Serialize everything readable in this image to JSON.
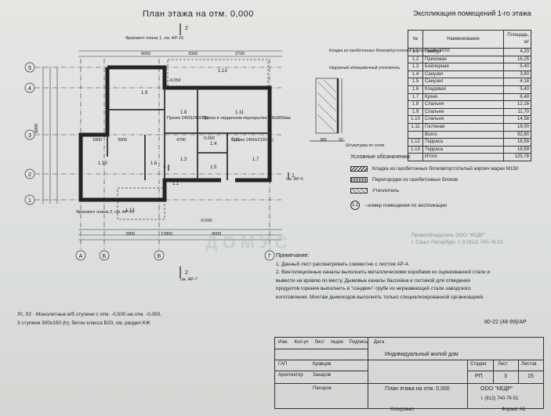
{
  "title": "План этажа на отм. 0,000",
  "explication": {
    "title": "Экспликация помещений 1-го этажа",
    "header": [
      "№",
      "Наименование",
      "Площадь, м²"
    ],
    "rows": [
      [
        "1.1",
        "Тамбур",
        "4,20"
      ],
      [
        "1.2",
        "Прихожая",
        "16,25"
      ],
      [
        "1.3",
        "Бойлерная",
        "5,40"
      ],
      [
        "1.4",
        "Санузел",
        "3,60"
      ],
      [
        "1.5",
        "Санузел",
        "4,18"
      ],
      [
        "1.6",
        "Кладовая",
        "5,40"
      ],
      [
        "1.7",
        "Кухня",
        "6,48"
      ],
      [
        "1.8",
        "Спальня",
        "12,16"
      ],
      [
        "1.9",
        "Спальня",
        "11,70"
      ],
      [
        "1.10",
        "Спальня",
        "14,58"
      ],
      [
        "1.11",
        "Гостиная",
        "18,00"
      ],
      [
        "",
        "Всего",
        "92,60"
      ],
      [
        "1.12",
        "Терраса",
        "16,59"
      ],
      [
        "1.13",
        "Терраса",
        "16,59"
      ],
      [
        "",
        "Итого",
        "125,78"
      ]
    ]
  },
  "legend": {
    "title": "Условные обозначения:",
    "items": [
      "Кладка из газобетонных блоков/пустотелый кирпич марки М150",
      "Перегородки из газобетонных блоков",
      "Утеплитель",
      "- номер помещения по экспликации"
    ],
    "marker": "1.1"
  },
  "detail_labels": {
    "wall": "Кладка из газобетонных блоков/пустотелый кирпич марки М150",
    "finish": "Наружный облицовочный утеплитель",
    "caption": "Штукатурка по сетке",
    "dim1": "380",
    "dim2": "50"
  },
  "plan": {
    "axes_letters": [
      "А",
      "Б",
      "В",
      "Г"
    ],
    "axes_numbers": [
      "5",
      "4",
      "3",
      "2",
      "1"
    ],
    "rooms": [
      "1.1",
      "1.2",
      "1.3",
      "1.4",
      "1.5",
      "1.6",
      "1.7",
      "1.8",
      "1.9",
      "1.10",
      "1.11",
      "1.12",
      "1.13"
    ],
    "labels": [
      "Фрагмент плана 1, см. АР-15",
      "Фрагмент плана 2, см. АР-13",
      "Проем 2400(2400 (h)",
      "Проем в чердачном перекрытии 800х800мм",
      "Проем 1400х2100 (h)",
      "см. АР-6",
      "см. АР-7"
    ],
    "dims": [
      "12800",
      "2800",
      "4000",
      "3300",
      "2700",
      "6050",
      "6000",
      "1800",
      "4700",
      "3900"
    ],
    "levels": [
      "-0,050",
      "-0,500",
      "0,000"
    ],
    "sections": [
      "2",
      "2",
      "1",
      "1"
    ]
  },
  "notes": {
    "title": "Примечание:",
    "lines": [
      "1. Данный лист рассматривать совместно с листом АР-4.",
      "2. Вентиляционные каналы выполнить металлическими коробами из оцинкованной стали и",
      "   вывести на кровлю по месту. Дымовые каналы бассейна и гостиной для отведения",
      "   продуктов горения выполнить в \"сэндвич\"-трубе из нержавеющей стали заводского",
      "   изготовления. Монтаж дымоходов выполнять только специализированной организацией."
    ]
  },
  "watermark": "ДОМУС",
  "owner": [
    "Правообладатель ООО \"КЕДР\"",
    "г. Санкт-Петербург, т. 8 (812) 740-78-51"
  ],
  "stairs": [
    "Лт, Л2 - Монолитные в/б ступени с отм. -0,500 на отм. -0,050,",
    "3 ступени 300х150 (h); бетон класса В20, см. раздел КЖ"
  ],
  "stamp": {
    "code": "80-22 (48-99)/АР",
    "headers": [
      "Изм.",
      "Кол.уч",
      "Лист",
      "№док",
      "Подпись",
      "Дата"
    ],
    "roles": [
      "ГАП",
      "Архитектор"
    ],
    "names": [
      "Кравцов",
      "Захаров",
      "Пехоров"
    ],
    "project": "Индивидуальный жилой дом",
    "stage_labels": [
      "Стадия",
      "Лист",
      "Листов"
    ],
    "stage_values": [
      "РП",
      "3",
      "15"
    ],
    "sheet_title": "План этажа на отм. 0,000",
    "org": "ООО \"КЕДР\"",
    "phone": "т. (812) 740-78-51",
    "copied": "Копировал",
    "format": "Формат А3"
  }
}
